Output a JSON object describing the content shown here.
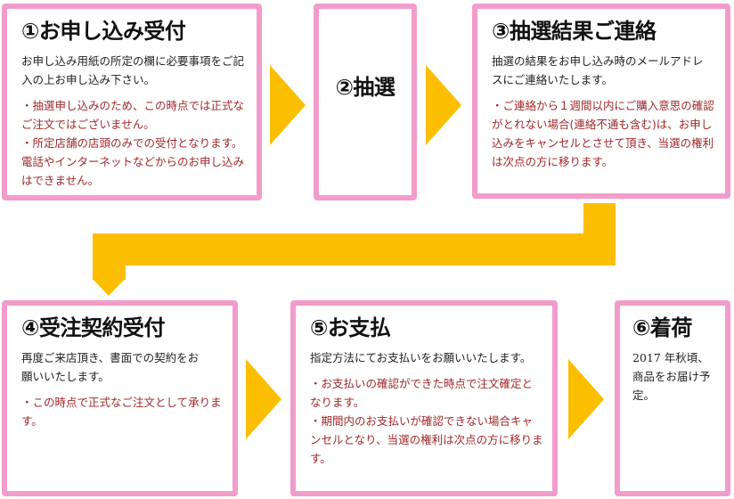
{
  "colors": {
    "border": "#F29CCB",
    "arrow": "#FCBE00",
    "note": "#A0282A",
    "text": "#222222"
  },
  "steps": [
    {
      "title": "①お申し込み受付",
      "body": [
        "お申し込み用紙の所定の欄に必要事項をご記入の上お申し込み下さい。"
      ],
      "notes": [
        "・抽選申し込みのため、この時点では正式なご注文ではございません。",
        "・所定店舗の店頭のみでの受付となります。電話やインターネットなどからのお申し込みはできません。"
      ]
    },
    {
      "title": "②抽選",
      "body": [],
      "notes": []
    },
    {
      "title": "③抽選結果ご連絡",
      "body": [
        "抽選の結果をお申し込み時のメールアドレスにご連絡いたします。"
      ],
      "notes": [
        "・ご連絡から１週間以内にご購入意思の確認がとれない場合(連絡不通も含む)は、お申し込みをキャンセルとさせて頂き、当選の権利は次点の方に移ります。"
      ]
    },
    {
      "title": "④受注契約受付",
      "body": [
        "再度ご来店頂き、書面での契約をお願いいたします。"
      ],
      "notes": [
        "・この時点で正式なご注文として承ります。"
      ]
    },
    {
      "title": "⑤お支払",
      "body": [
        "指定方法にてお支払いをお願いいたします。"
      ],
      "notes": [
        "・お支払いの確認ができた時点で注文確定となります。",
        "・期間内のお支払いが確認できない場合キャンセルとなり、当選の権利は次点の方に移ります。"
      ]
    },
    {
      "title": "⑥着荷",
      "body": [
        "2017 年秋頃、商品をお届け予定。"
      ],
      "notes": []
    }
  ]
}
